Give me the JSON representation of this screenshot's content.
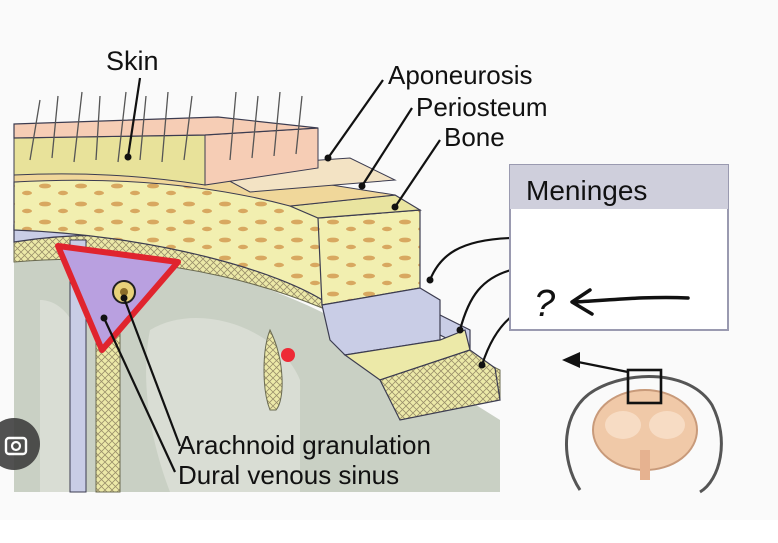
{
  "labels": {
    "skin": "Skin",
    "aponeurosis": "Aponeurosis",
    "periosteum": "Periosteum",
    "bone": "Bone",
    "meninges": "Meninges",
    "question_mark": "?",
    "arachnoid_granulation": "Arachnoid granulation",
    "dural_venous_sinus": "Dural venous sinus"
  },
  "colors": {
    "skin": "#f6cdb5",
    "dermis": "#e8e29a",
    "bone": "#f2efb0",
    "bone_spots": "#d8a860",
    "dura": "#c9cde6",
    "arachnoid": "#ece9a8",
    "brain": "#c9d0c4",
    "sinus_fill": "#b9a0e0",
    "sinus_border": "#e0242e",
    "meninges_header": "#cfcfdc"
  },
  "icons": {
    "lens": "google-lens-icon",
    "brain": "coronal-brain-icon"
  }
}
